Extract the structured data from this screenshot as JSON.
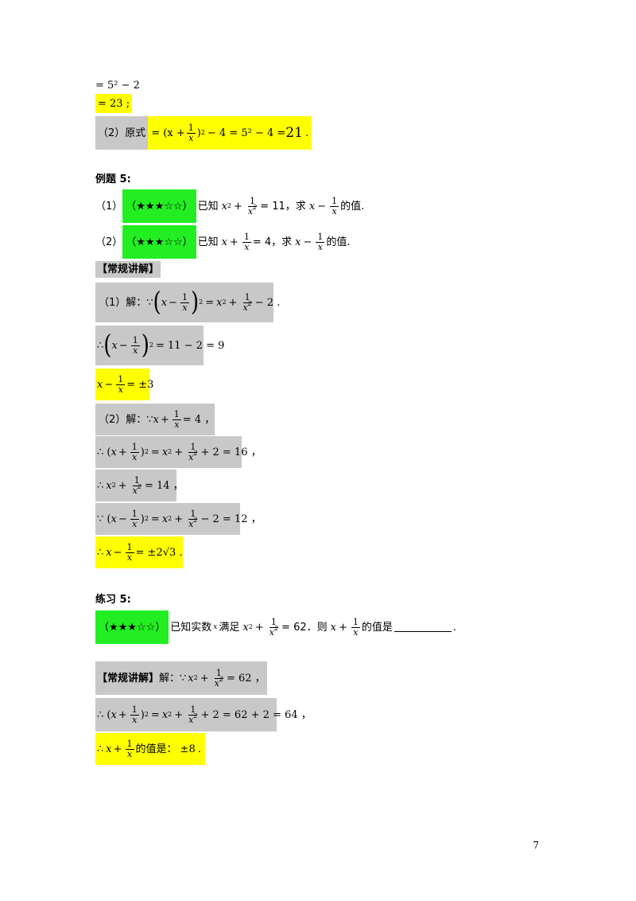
{
  "prev": {
    "line1": "= 5² − 2",
    "line2": "= 23 ;",
    "part2_label": "（2）原式",
    "part2_expr_a": "= (x +",
    "part2_expr_b": ")",
    "part2_expr_c": "− 4 = 5² − 4 = ",
    "part2_result": "21",
    "part2_end": "."
  },
  "example": {
    "heading": "例题 5:",
    "q1_label": "（1）",
    "q1_rating": "（★★★☆☆）",
    "q1_text_a": "已知",
    "q1_text_b": "= 11，求",
    "q1_text_c": "的值.",
    "q2_label": "（2）",
    "q2_rating": "（★★★☆☆）",
    "q2_text_a": "已知",
    "q2_text_b": "= 4，求",
    "q2_text_c": "的值."
  },
  "solution": {
    "tag": "【常规讲解】",
    "s1_label": "（1）解：∵",
    "s1_eq": "= 11 − 2 = 9",
    "s1_result": "= ±3",
    "s2_label": "（2）解：∵",
    "s2_line1_end": "= 4 ，",
    "s2_line2_end": "+ 2 = 16 ，",
    "s2_line3_end": "= 14 ，",
    "s2_line4_end": "− 2 = 12 ，",
    "s2_result": "= ±2√3 ."
  },
  "practice": {
    "heading": "练习 5:",
    "rating": "（★★★☆☆）",
    "text_a": "已知实数",
    "text_b": "满足",
    "text_c": "= 62．则",
    "text_d": "的值是",
    "text_end": "."
  },
  "practice_solution": {
    "tag": "【常规讲解】",
    "label": "解：∵",
    "line1_end": "= 62 ，",
    "line2_end": "+ 2 = 62 + 2 = 64 ，",
    "line3_mid": "的值是：",
    "line3_result": "±8",
    "line3_end": "."
  },
  "page_number": "7"
}
